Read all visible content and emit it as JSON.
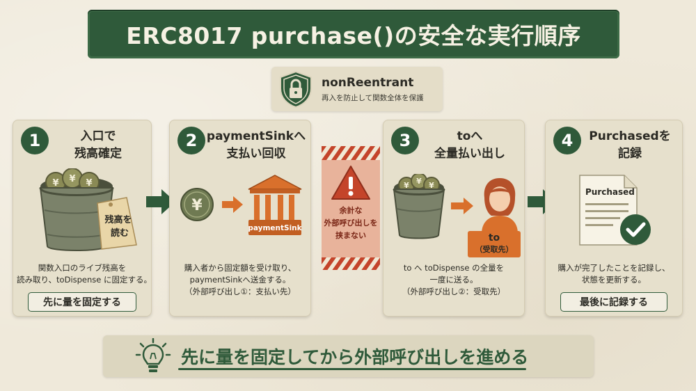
{
  "title": "ERC8017 purchase()の安全な実行順序",
  "guard": {
    "title": "nonReentrant",
    "subtitle": "再入を防止して関数全体を保護"
  },
  "steps": [
    {
      "number": "1",
      "heading": [
        "入口で",
        "残高確定"
      ],
      "tag": [
        "残高を",
        "読む"
      ],
      "description": [
        "関数入口のライブ残高を",
        "読み取り、toDispense に固定する。"
      ],
      "pill": "先に量を固定する"
    },
    {
      "number": "2",
      "heading": [
        "paymentSinkへ",
        "支払い回収"
      ],
      "sink_label": "paymentSink",
      "description": [
        "購入者から固定額を受け取り、",
        "paymentSinkへ送金する。",
        "（外部呼び出し①：支払い先）"
      ]
    },
    {
      "number": "3",
      "heading": [
        "toへ",
        "全量払い出し"
      ],
      "recipient": [
        "to",
        "（受取先）"
      ],
      "description": [
        "to へ toDispense の全量を",
        "一度に送る。",
        "（外部呼び出し②：受取先）"
      ]
    },
    {
      "number": "4",
      "heading": [
        "Purchasedを",
        "記録"
      ],
      "doc_label": "Purchased",
      "description": [
        "購入が完了したことを記録し、",
        "状態を更新する。"
      ],
      "pill": "最後に記録する"
    }
  ],
  "warning": {
    "text": [
      "余計な",
      "外部呼び出しを",
      "挟まない"
    ]
  },
  "bottom_banner": "先に量を固定してから外部呼び出しを進める",
  "colors": {
    "green": "#2f5a3a",
    "orange": "#d9702c",
    "warning_red": "#c4442a",
    "background": "#efe9da"
  },
  "icons": [
    "shield-lock-icon",
    "bucket-coins-icon",
    "yen-coin-icon",
    "bank-icon",
    "person-icon",
    "document-check-icon",
    "warning-icon",
    "lightbulb-icon"
  ]
}
